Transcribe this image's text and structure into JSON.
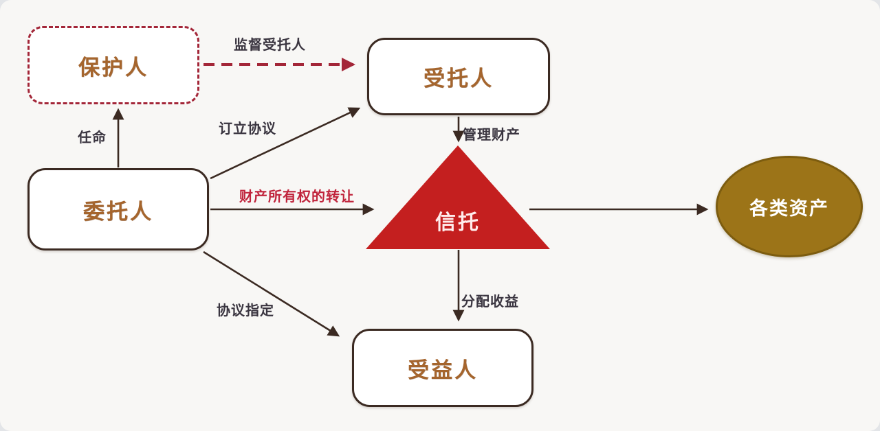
{
  "diagram": {
    "nodes": {
      "protector": {
        "label": "保护人"
      },
      "trustee": {
        "label": "受托人"
      },
      "settlor": {
        "label": "委托人"
      },
      "trust": {
        "label": "信托"
      },
      "beneficiary": {
        "label": "受益人"
      },
      "assets": {
        "label": "各类资产"
      }
    },
    "edges": {
      "supervise": {
        "label": "监督受托人",
        "from": "protector",
        "to": "trustee",
        "style": "dashed-red"
      },
      "appoint": {
        "label": "任命",
        "from": "settlor",
        "to": "protector",
        "style": "solid"
      },
      "agreement": {
        "label": "订立协议",
        "from": "settlor",
        "to": "trustee",
        "style": "solid"
      },
      "transfer": {
        "label": "财产所有权的转让",
        "from": "settlor",
        "to": "trust",
        "style": "solid"
      },
      "manage": {
        "label": "管理财产",
        "from": "trustee",
        "to": "trust",
        "style": "solid"
      },
      "to_assets": {
        "label": "",
        "from": "trust",
        "to": "assets",
        "style": "solid"
      },
      "distribute": {
        "label": "分配收益",
        "from": "trust",
        "to": "beneficiary",
        "style": "solid"
      },
      "designate": {
        "label": "协议指定",
        "from": "settlor",
        "to": "beneficiary",
        "style": "solid"
      }
    },
    "colors": {
      "box_border": "#3b2a22",
      "box_text": "#a5652d",
      "dashed_red": "#a32638",
      "label_dark": "#3a3540",
      "label_red": "#c0243c",
      "triangle_fill": "#c41f1f",
      "triangle_text": "#ffecec",
      "ellipse_fill": "#9c7418",
      "ellipse_border": "#7c5c0f",
      "ellipse_text": "#ffffff",
      "canvas_bg": "#f8f7f5",
      "page_bg": "#e3e5e8",
      "arrow_dark": "#3b2a22"
    }
  }
}
